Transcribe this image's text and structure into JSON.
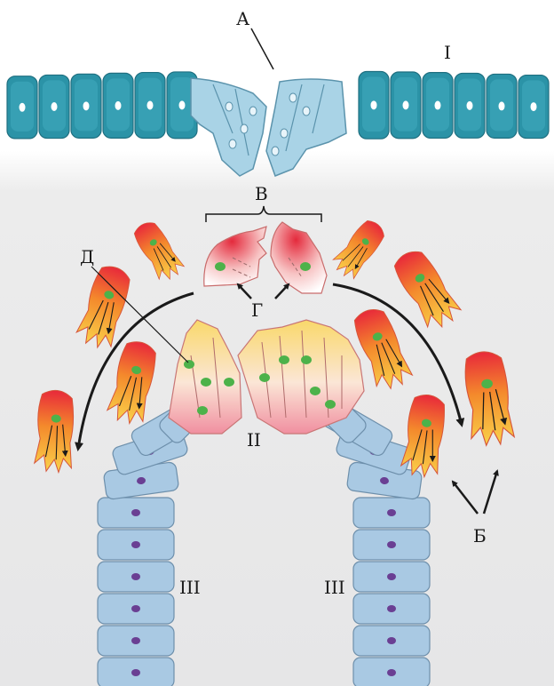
{
  "labels": {
    "A": "А",
    "I": "I",
    "V": "В",
    "G": "Г",
    "D": "Д",
    "II": "II",
    "III_left": "III",
    "III_right": "III",
    "B": "Б"
  },
  "colors": {
    "background_top": "#ffffff",
    "background_body": "#e9e9ea",
    "ectoderm_dark": "#2a8fa3",
    "ectoderm_light": "#a9d3e6",
    "endoderm": "#a9c9e3",
    "endoderm_nucleus": "#6a3f93",
    "crest_red": "#e2323a",
    "crest_orange": "#f39a2a",
    "crest_yellow": "#f8d24a",
    "nucleus_green": "#4db24a",
    "arrow": "#1a1a1a"
  }
}
